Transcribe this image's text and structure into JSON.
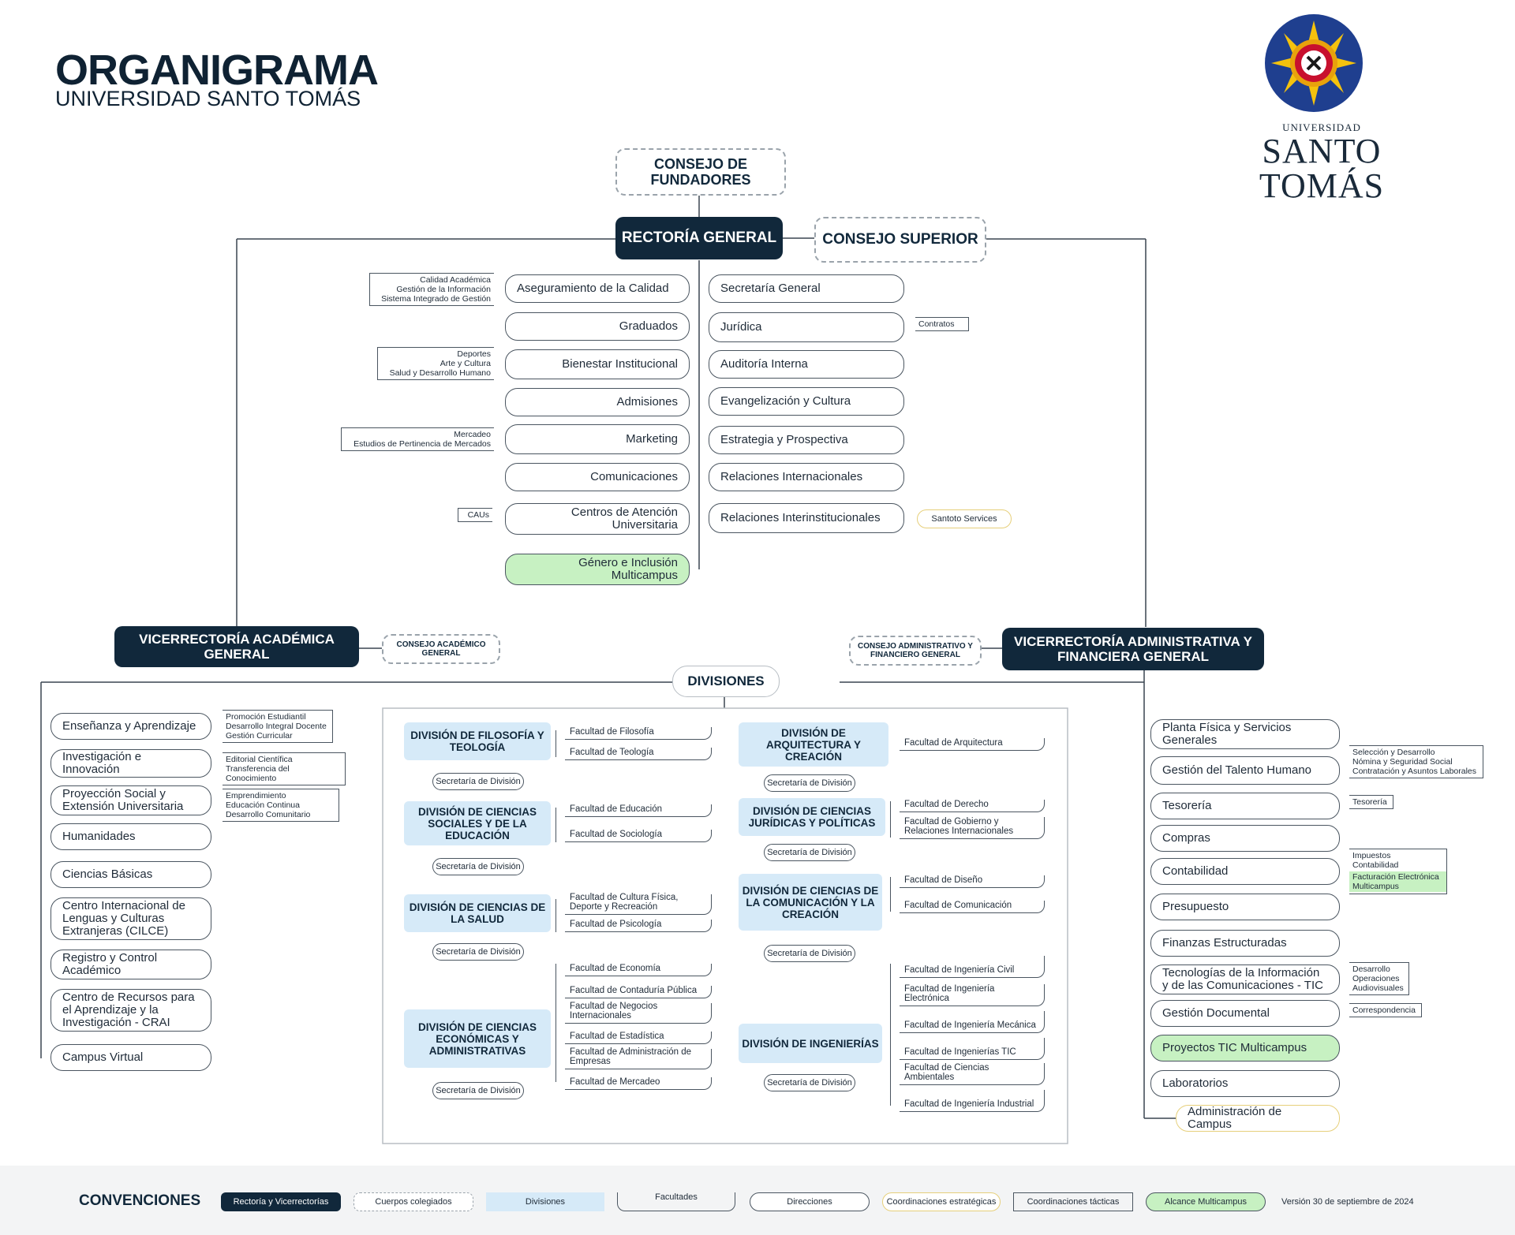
{
  "header": {
    "title": "ORGANIGRAMA",
    "subtitle": "UNIVERSIDAD SANTO TOMÁS"
  },
  "logo": {
    "small": "UNIVERSIDAD",
    "big": "SANTO TOMÁS"
  },
  "top": {
    "fundadores": "CONSEJO DE FUNDADORES",
    "rectoria": "RECTORÍA GENERAL",
    "superior": "CONSEJO SUPERIOR"
  },
  "left_dirs": [
    "Aseguramiento de la Calidad",
    "Graduados",
    "Bienestar Institucional",
    "Admisiones",
    "Marketing",
    "Comunicaciones",
    "Centros de Atención Universitaria",
    "Género e Inclusión Multicampus"
  ],
  "right_dirs": [
    "Secretaría General",
    "Jurídica",
    "Auditoría Interna",
    "Evangelización y Cultura",
    "Estrategia y Prospectiva",
    "Relaciones Internacionales",
    "Relaciones Interinstitucionales"
  ],
  "brackets": {
    "calidad": "Calidad Académica\nGestión de la Información\nSistema Integrado de Gestión",
    "bienestar": "Deportes\nArte y Cultura\nSalud y Desarrollo Humano",
    "marketing": "Mercadeo\nEstudios de Pertinencia de Mercados",
    "caus": "CAUs",
    "contratos": "Contratos",
    "santoto": "Santoto Services"
  },
  "vice_acad": {
    "title": "VICERRECTORÍA ACADÉMICA GENERAL",
    "consejo": "CONSEJO ACADÉMICO GENERAL"
  },
  "vice_adm": {
    "title": "VICERRECTORÍA ADMINISTRATIVA Y FINANCIERA GENERAL",
    "consejo": "CONSEJO ADMINISTRATIVO Y FINANCIERO GENERAL"
  },
  "divisiones_title": "DIVISIONES",
  "acad_items": [
    "Enseñanza y Aprendizaje",
    "Investigación e Innovación",
    "Proyección Social y Extensión Universitaria",
    "Humanidades",
    "Ciencias Básicas",
    "Centro Internacional de Lenguas y Culturas Extranjeras (CILCE)",
    "Registro y Control Académico",
    "Centro de Recursos para el Aprendizaje y la Investigación - CRAI",
    "Campus Virtual"
  ],
  "acad_brackets": {
    "ensenanza": "Promoción Estudiantil\nDesarrollo Integral Docente\nGestión Curricular",
    "investigacion": "Editorial Científica\nTransferencia del Conocimiento",
    "proyeccion": "Emprendimiento\nEducación Continua\nDesarrollo Comunitario"
  },
  "adm_items": [
    "Planta Física y Servicios Generales",
    "Gestión del Talento Humano",
    "Tesorería",
    "Compras",
    "Contabilidad",
    "Presupuesto",
    "Finanzas Estructuradas",
    "Tecnologías de la Información y de las Comunicaciones - TIC",
    "Gestión Documental",
    "Proyectos TIC Multicampus",
    "Laboratorios",
    "Administración de Campus"
  ],
  "adm_brackets": {
    "talento": "Selección y Desarrollo\nNómina y Seguridad Social\nContratación y Asuntos Laborales",
    "tesoreria": "Tesorería",
    "contab_a": "Impuestos\nContabilidad",
    "contab_b": "Facturación Electrónica\nMulticampus",
    "tic": "Desarrollo\nOperaciones\nAudiovisuales",
    "docs": "Correspondencia"
  },
  "secretaria": "Secretaría de División",
  "divisions": {
    "filosofia": {
      "name": "DIVISIÓN DE FILOSOFÍA Y TEOLOGÍA",
      "facs": [
        "Facultad de Filosofía",
        "Facultad de Teología"
      ]
    },
    "sociales": {
      "name": "DIVISIÓN DE CIENCIAS SOCIALES Y DE LA EDUCACIÓN",
      "facs": [
        "Facultad de Educación",
        "Facultad de Sociología"
      ]
    },
    "salud": {
      "name": "DIVISIÓN DE CIENCIAS DE LA SALUD",
      "facs": [
        "Facultad de Cultura Física, Deporte y Recreación",
        "Facultad de Psicología"
      ]
    },
    "economicas": {
      "name": "DIVISIÓN DE CIENCIAS ECONÓMICAS Y ADMINISTRATIVAS",
      "facs": [
        "Facultad de Economía",
        "Facultad de Contaduría Pública",
        "Facultad de Negocios Internacionales",
        "Facultad de Estadística",
        "Facultad de Administración de Empresas",
        "Facultad de Mercadeo"
      ]
    },
    "arquitectura": {
      "name": "DIVISIÓN DE ARQUITECTURA Y CREACIÓN",
      "facs": [
        "Facultad de Arquitectura"
      ]
    },
    "juridicas": {
      "name": "DIVISIÓN DE CIENCIAS JURÍDICAS Y POLÍTICAS",
      "facs": [
        "Facultad de Derecho",
        "Facultad de Gobierno y Relaciones Internacionales"
      ]
    },
    "comunicacion": {
      "name": "DIVISIÓN DE CIENCIAS DE LA COMUNICACIÓN Y LA CREACIÓN",
      "facs": [
        "Facultad de Diseño",
        "Facultad de Comunicación"
      ]
    },
    "ingenierias": {
      "name": "DIVISIÓN DE INGENIERÍAS",
      "facs": [
        "Facultad de Ingeniería Civil",
        "Facultad de Ingeniería Electrónica",
        "Facultad de Ingeniería Mecánica",
        "Facultad de Ingenierías TIC",
        "Facultad de Ciencias Ambientales",
        "Facultad de Ingeniería Industrial"
      ]
    }
  },
  "conventions": {
    "title": "CONVENCIONES",
    "items": [
      "Rectoría y Vicerrectorías",
      "Cuerpos colegiados",
      "Divisiones",
      "Facultades",
      "Direcciones",
      "Coordinaciones estratégicas",
      "Coordinaciones tácticas",
      "Alcance Multicampus"
    ],
    "version": "Versión 30 de septiembre de 2024"
  },
  "colors": {
    "dark": "#11283b",
    "division": "#d6eaf8",
    "multicampus": "#c7f1c2",
    "strategic": "#e6cf7a",
    "gray": "#9aa3ab"
  }
}
